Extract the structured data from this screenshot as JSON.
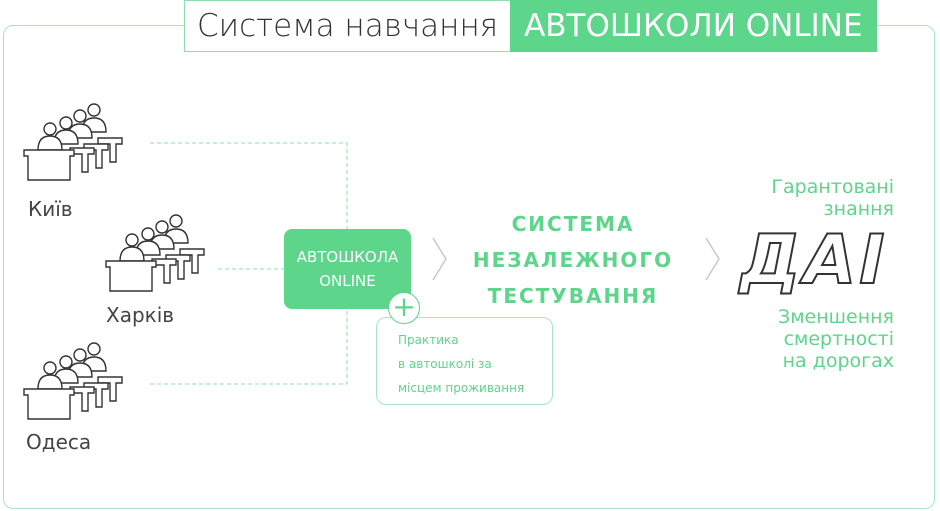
{
  "title": {
    "left": "Система навчання",
    "right": "АВТОШКОЛИ ONLINE"
  },
  "cities": [
    {
      "name": "Київ"
    },
    {
      "name": "Харків"
    },
    {
      "name": "Одеса"
    }
  ],
  "school_box": {
    "line1": "АВТОШКОЛА",
    "line2": "ONLINE"
  },
  "practice": {
    "lines": [
      "Практика",
      "в автошколі за",
      "місцем проживання"
    ]
  },
  "system": {
    "lines": [
      "СИСТЕМА",
      "НЕЗАЛЕЖНОГО",
      "ТЕСТУВАННЯ"
    ]
  },
  "results": {
    "top": [
      "Гарантовані",
      "знання"
    ],
    "center": "ДАІ",
    "bottom": [
      "Зменшення",
      "смертності",
      "на дорогах"
    ]
  },
  "colors": {
    "accent": "#5dd58a",
    "border": "#a6e8bd",
    "text": "#333333"
  },
  "icons": [
    "classroom-icon",
    "plus-icon",
    "chevron-right-icon"
  ]
}
